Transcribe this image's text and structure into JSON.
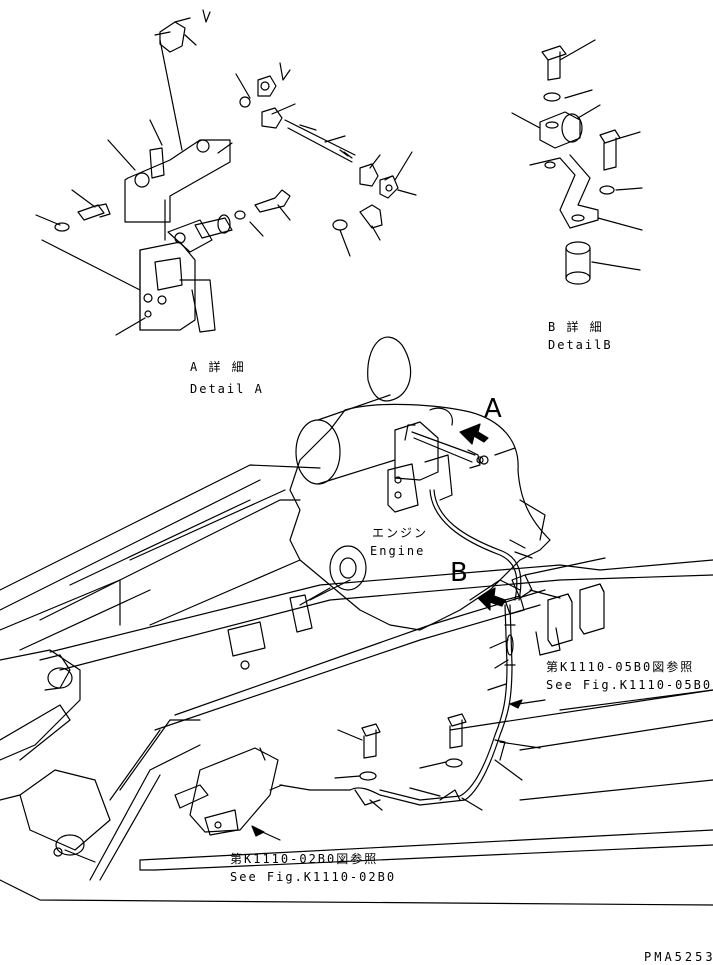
{
  "labels": {
    "detail_a_jp": "A 詳 細",
    "detail_a_en": "Detail A",
    "detail_b_jp": "B 詳 細",
    "detail_b_en": "DetailB",
    "arrow_a": "A",
    "arrow_b": "B",
    "engine_jp": "エンジン",
    "engine_en": "Engine",
    "ref1_jp": "第K1110-05B0図参照",
    "ref1_en": "See Fig.K1110-05B0",
    "ref2_jp": "第K1110-02B0図参照",
    "ref2_en": "See Fig.K1110-02B0",
    "drawing_no": "PMA5253"
  },
  "colors": {
    "ink": "#000000",
    "paper": "#ffffff"
  }
}
